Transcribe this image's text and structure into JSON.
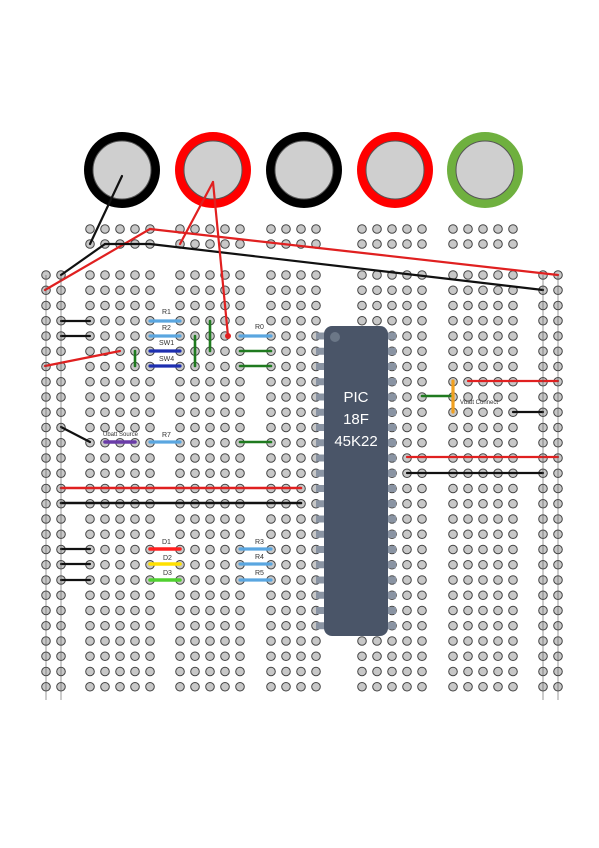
{
  "jacks": [
    {
      "name": "jack-black-1",
      "ring_color": "#000000"
    },
    {
      "name": "jack-red-1",
      "ring_color": "#ff0000"
    },
    {
      "name": "jack-black-2",
      "ring_color": "#000000"
    },
    {
      "name": "jack-red-2",
      "ring_color": "#ff0000"
    },
    {
      "name": "jack-green-1",
      "ring_color": "#6fb03f"
    }
  ],
  "chip": {
    "line1": "PIC",
    "line2": "18F",
    "line3": "45K22",
    "body_color": "#4a5568",
    "text_color": "#ffffff"
  },
  "labels": {
    "r1": "R1",
    "r2": "R2",
    "sw1": "SW1",
    "sw4": "SW4",
    "r0": "R0",
    "r7": "R7",
    "r3": "R3",
    "r4": "R4",
    "r5": "R5",
    "d1": "D1",
    "d2": "D2",
    "d3": "D3",
    "left_small": "Ubatt Source",
    "right_small": "Vbatt Connect"
  },
  "colors": {
    "hole_fill": "#c8c8c8",
    "hole_stroke": "#444444",
    "wire_red": "#e02020",
    "wire_black": "#111111",
    "wire_green": "#1f7a1f",
    "wire_blue": "#5aa6e0",
    "wire_darkblue": "#1d2fb0",
    "wire_purple": "#6a3ca8",
    "wire_orange": "#f0a020",
    "led_red": "#ff2020",
    "led_yellow": "#ffe000",
    "led_green": "#50d030"
  }
}
